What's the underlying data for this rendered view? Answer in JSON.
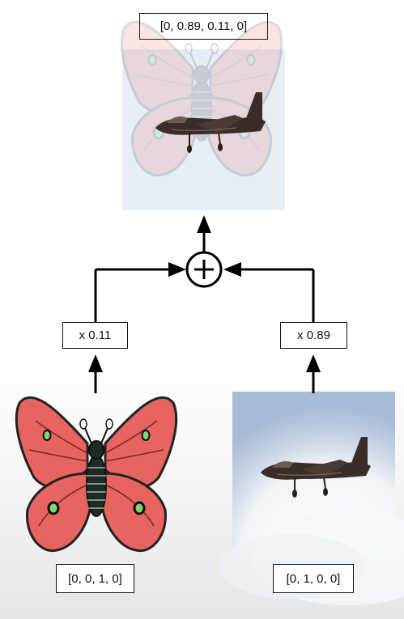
{
  "output": {
    "label": "[0, 0.89, 0.11, 0]"
  },
  "left_branch": {
    "weight_label": "x 0.11",
    "input_label": "[0, 0, 1, 0]"
  },
  "right_branch": {
    "weight_label": "x 0.89",
    "input_label": "[0, 1, 0, 0]"
  },
  "colors": {
    "arrow": "#000000",
    "sky": "#a9bcd6",
    "plane": "#3a2c28",
    "butterfly_wing": "#e86460",
    "butterfly_body": "#1f2a22",
    "spot": "#7ed76a"
  }
}
